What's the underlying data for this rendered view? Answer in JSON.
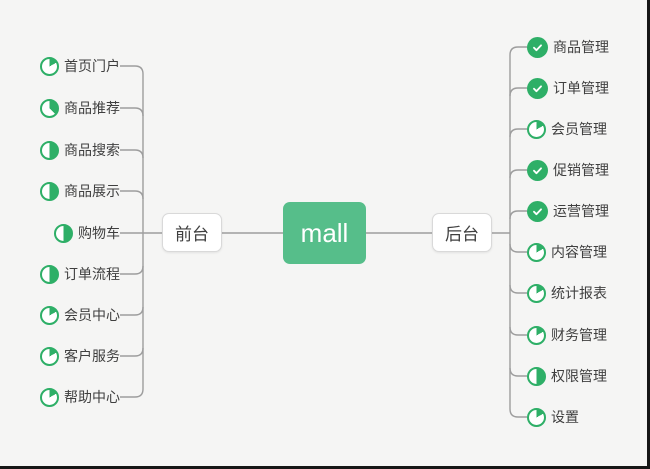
{
  "colors": {
    "background": "#f5f5f4",
    "frame_border": "#161616",
    "node_green": "#56be8a",
    "icon_green": "#2eaf67",
    "line_gray": "#9d9d9d",
    "text_dark": "#3f3f3f",
    "node_border": "#d9d9d9",
    "node_bg": "#ffffff"
  },
  "center_node": {
    "label": "mall"
  },
  "left_branch": {
    "label": "前台",
    "items": [
      {
        "label": "首页门户",
        "progress": "1/6",
        "icon": "progress-pie-icon"
      },
      {
        "label": "商品推荐",
        "progress": "3/8",
        "icon": "progress-pie-icon"
      },
      {
        "label": "商品搜索",
        "progress": "1/2",
        "icon": "progress-pie-icon"
      },
      {
        "label": "商品展示",
        "progress": "1/2",
        "icon": "progress-pie-icon"
      },
      {
        "label": "购物车",
        "progress": "1/2",
        "icon": "progress-pie-icon"
      },
      {
        "label": "订单流程",
        "progress": "1/2",
        "icon": "progress-pie-icon"
      },
      {
        "label": "会员中心",
        "progress": "1/6",
        "icon": "progress-pie-icon"
      },
      {
        "label": "客户服务",
        "progress": "1/6",
        "icon": "progress-pie-icon"
      },
      {
        "label": "帮助中心",
        "progress": "1/6",
        "icon": "progress-pie-icon"
      }
    ]
  },
  "right_branch": {
    "label": "后台",
    "items": [
      {
        "label": "商品管理",
        "progress": "done",
        "icon": "done-check-icon"
      },
      {
        "label": "订单管理",
        "progress": "done",
        "icon": "done-check-icon"
      },
      {
        "label": "会员管理",
        "progress": "1/6",
        "icon": "progress-pie-icon"
      },
      {
        "label": "促销管理",
        "progress": "done",
        "icon": "done-check-icon"
      },
      {
        "label": "运营管理",
        "progress": "done",
        "icon": "done-check-icon"
      },
      {
        "label": "内容管理",
        "progress": "1/6",
        "icon": "progress-pie-icon"
      },
      {
        "label": "统计报表",
        "progress": "1/6",
        "icon": "progress-pie-icon"
      },
      {
        "label": "财务管理",
        "progress": "1/6",
        "icon": "progress-pie-icon"
      },
      {
        "label": "权限管理",
        "progress": "1/2",
        "icon": "progress-pie-icon"
      },
      {
        "label": "设置",
        "progress": "1/6",
        "icon": "progress-pie-icon"
      }
    ]
  }
}
